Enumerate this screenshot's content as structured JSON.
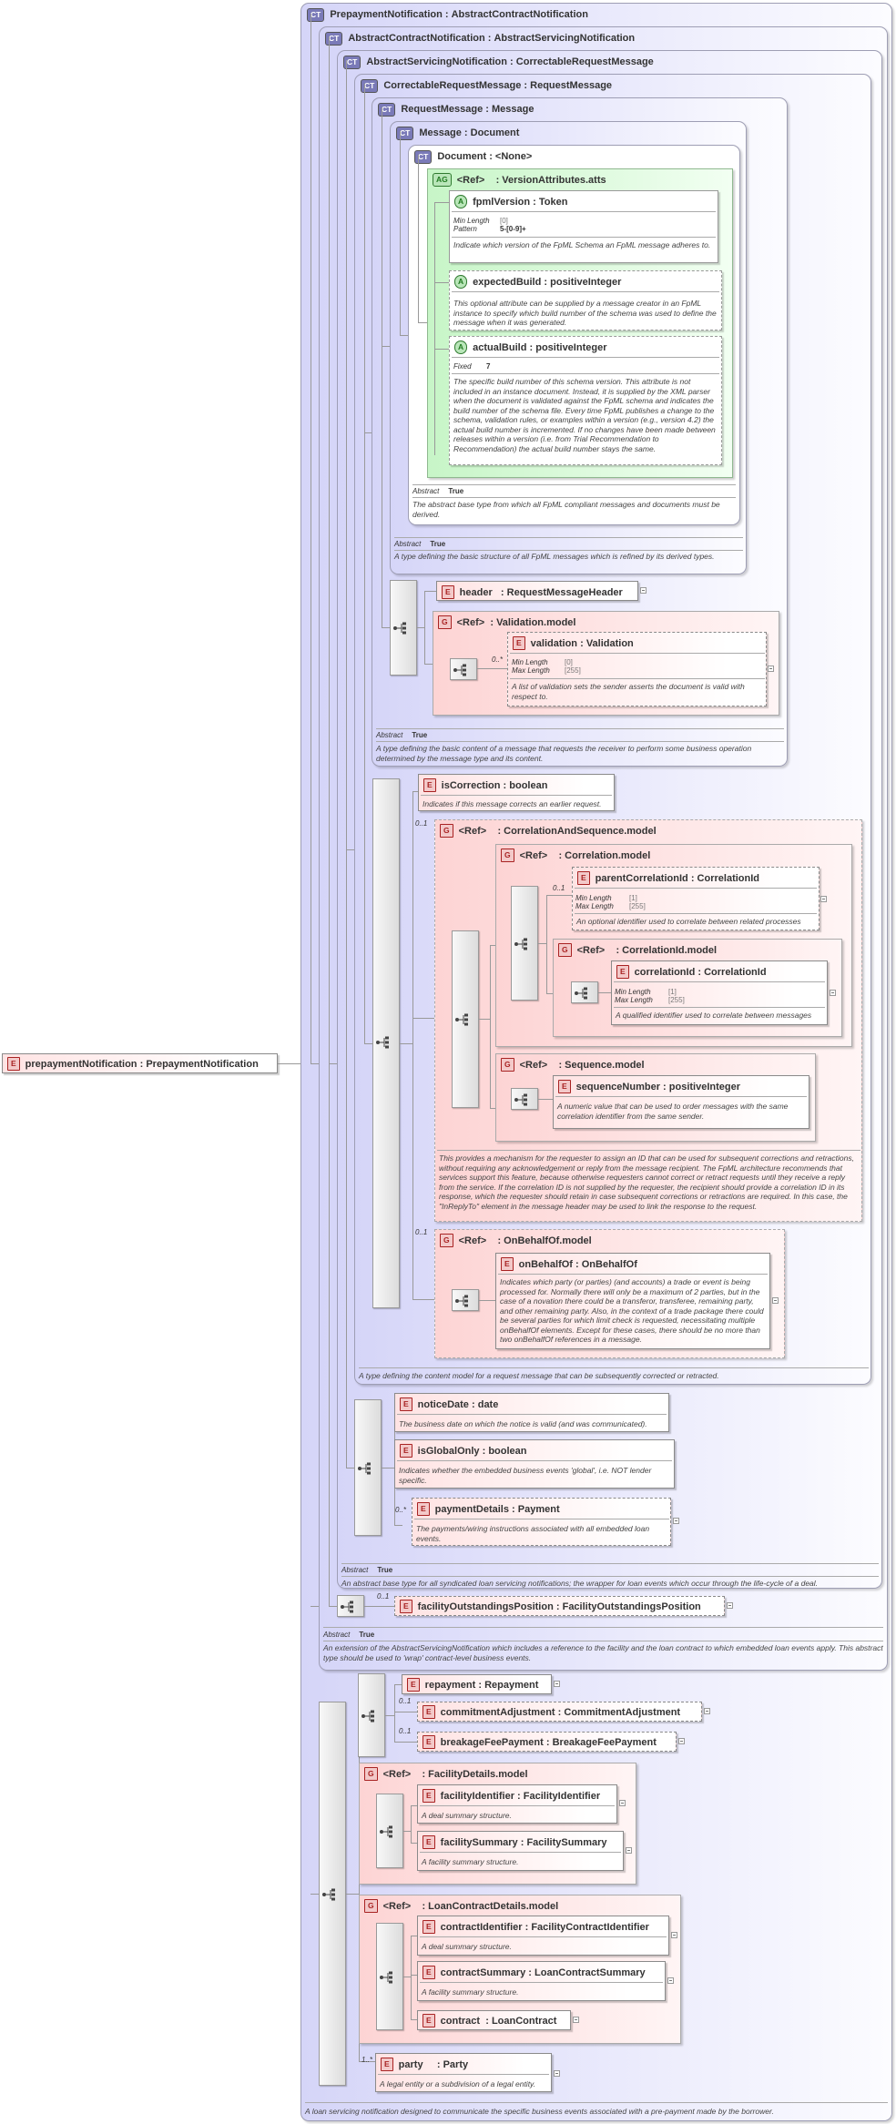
{
  "root": {
    "badge": "E",
    "name": "prepaymentNotification",
    "type": "PrepaymentNotification"
  },
  "types": {
    "prepayment": {
      "badge": "CT",
      "name": "PrepaymentNotification",
      "base": "AbstractContractNotification",
      "desc": "A loan servicing notification designed to communicate the specific business events associated with a pre-payment made by the borrower."
    },
    "contract": {
      "badge": "CT",
      "name": "AbstractContractNotification",
      "base": "AbstractServicingNotification",
      "abstract_label": "Abstract",
      "abstract_value": "True",
      "desc": "An extension of the AbstractServicingNotification which includes a reference to the facility and the loan contract to which embedded loan events apply. This abstract type should be used to 'wrap' contract-level business events."
    },
    "servicing": {
      "badge": "CT",
      "name": "AbstractServicingNotification",
      "base": "CorrectableRequestMessage",
      "abstract_label": "Abstract",
      "abstract_value": "True",
      "desc": "An abstract base type for all syndicated loan servicing notifications; the wrapper for loan events which occur through the life-cycle of a deal."
    },
    "correctable": {
      "badge": "CT",
      "name": "CorrectableRequestMessage",
      "base": "RequestMessage",
      "desc": "A type defining the content model for a request message that can be subsequently corrected or retracted."
    },
    "request": {
      "badge": "CT",
      "name": "RequestMessage",
      "base": "Message",
      "abstract_label": "Abstract",
      "abstract_value": "True",
      "desc": "A type defining the basic content of a message that requests the receiver to perform some business operation determined by the message type and its content."
    },
    "message": {
      "badge": "CT",
      "name": "Message",
      "base": "Document",
      "abstract_label": "Abstract",
      "abstract_value": "True",
      "desc": "A type defining the basic structure of all FpML messages which is refined by its derived types."
    },
    "document": {
      "badge": "CT",
      "name": "Document",
      "base": "<None>",
      "abstract_label": "Abstract",
      "abstract_value": "True",
      "desc": "The abstract base type from which all FpML compliant messages and documents must be derived."
    }
  },
  "attr_group": {
    "badge": "AG",
    "ref": "<Ref>",
    "name": "VersionAttributes.atts"
  },
  "attributes": {
    "fpml_version": {
      "badge": "A",
      "name": "fpmlVersion",
      "type": "Token",
      "meta": [
        {
          "k": "Min Length",
          "v": "[0]"
        },
        {
          "k": "Pattern",
          "v": "5-[0-9]+"
        }
      ],
      "desc": "Indicate which version of the FpML Schema an FpML message adheres to."
    },
    "expected_build": {
      "badge": "A",
      "name": "expectedBuild",
      "type": "positiveInteger",
      "desc": "This optional attribute can be supplied by a message creator in an FpML instance to specify which build number of the schema was used to define the message when it was generated."
    },
    "actual_build": {
      "badge": "A",
      "name": "actualBuild",
      "type": "positiveInteger",
      "meta": [
        {
          "k": "Fixed",
          "v": "7"
        }
      ],
      "desc": "The specific build number of this schema version. This attribute is not included in an instance document. Instead, it is supplied by the XML parser when the document is validated against the FpML schema and indicates the build number of the schema file. Every time FpML publishes a change to the schema, validation rules, or examples within a version (e.g., version 4.2) the actual build number is incremented. If no changes have been made between releases within a version (i.e. from Trial Recommendation to Recommendation) the actual build number stays the same."
    }
  },
  "elements": {
    "header": {
      "badge": "E",
      "name": "header",
      "type": "RequestMessageHeader"
    },
    "validation_model": {
      "badge": "G",
      "ref": "<Ref>",
      "name": "Validation.model"
    },
    "validation": {
      "badge": "E",
      "name": "validation",
      "type": "Validation",
      "card": "0..*",
      "meta": [
        {
          "k": "Min Length",
          "v": "[0]"
        },
        {
          "k": "Max Length",
          "v": "[255]"
        }
      ],
      "desc": "A list of validation sets the sender asserts the document is valid with respect to."
    },
    "is_correction": {
      "badge": "E",
      "name": "isCorrection",
      "type": "boolean",
      "desc": "Indicates if this message corrects an earlier request."
    },
    "corr_seq_model": {
      "badge": "G",
      "ref": "<Ref>",
      "name": "CorrelationAndSequence.model",
      "card": "0..1",
      "desc": "This provides a mechanism for the requester to assign an ID that can be used for subsequent corrections and retractions, without requiring any acknowledgement or reply from the message recipient. The FpML architecture recommends that services support this feature, because otherwise requesters cannot correct or retract requests until they receive a reply from the service. If the correlation ID is not supplied by the requester, the recipient should provide a correlation ID in its response, which the requester should retain in case subsequent corrections or retractions are required. In this case, the \"InReplyTo\" element in the message header may be used to link the response to the request."
    },
    "correlation_model": {
      "badge": "G",
      "ref": "<Ref>",
      "name": "Correlation.model"
    },
    "parent_correlation_id": {
      "badge": "E",
      "name": "parentCorrelationId",
      "type": "CorrelationId",
      "card": "0..1",
      "meta": [
        {
          "k": "Min Length",
          "v": "[1]"
        },
        {
          "k": "Max Length",
          "v": "[255]"
        }
      ],
      "desc": "An optional identifier used to correlate between related processes"
    },
    "correlation_id_model": {
      "badge": "G",
      "ref": "<Ref>",
      "name": "CorrelationId.model"
    },
    "correlation_id": {
      "badge": "E",
      "name": "correlationId",
      "type": "CorrelationId",
      "meta": [
        {
          "k": "Min Length",
          "v": "[1]"
        },
        {
          "k": "Max Length",
          "v": "[255]"
        }
      ],
      "desc": "A qualified identifier used to correlate between messages"
    },
    "sequence_model": {
      "badge": "G",
      "ref": "<Ref>",
      "name": "Sequence.model"
    },
    "sequence_number": {
      "badge": "E",
      "name": "sequenceNumber",
      "type": "positiveInteger",
      "desc": "A numeric value that can be used to order messages with the same correlation identifier from the same sender."
    },
    "on_behalf_model": {
      "badge": "G",
      "ref": "<Ref>",
      "name": "OnBehalfOf.model",
      "card": "0..1"
    },
    "on_behalf_of": {
      "badge": "E",
      "name": "onBehalfOf",
      "type": "OnBehalfOf",
      "desc": "Indicates which party (or parties) (and accounts) a trade or event is being processed for. Normally there will only be a maximum of 2 parties, but in the case of a novation there could be a transferor, transferee, remaining party, and other remaining party. Also, in the context of a trade package there could be several parties for which limit check is requested, necessitating multiple onBehalfOf elements. Except for these cases, there should be no more than two onBehalfOf references in a message."
    },
    "notice_date": {
      "badge": "E",
      "name": "noticeDate",
      "type": "date",
      "desc": "The business date on which the notice is valid (and was communicated)."
    },
    "is_global_only": {
      "badge": "E",
      "name": "isGlobalOnly",
      "type": "boolean",
      "desc": "Indicates whether the embedded business events 'global', i.e. NOT lender specific."
    },
    "payment_details": {
      "badge": "E",
      "name": "paymentDetails",
      "type": "Payment",
      "card": "0..*",
      "desc": "The payments/wiring instructions associated with all embedded loan events."
    },
    "facility_outstandings": {
      "badge": "E",
      "name": "facilityOutstandingsPosition",
      "type": "FacilityOutstandingsPosition",
      "card": "0..1"
    },
    "repayment": {
      "badge": "E",
      "name": "repayment",
      "type": "Repayment"
    },
    "commitment_adjustment": {
      "badge": "E",
      "name": "commitmentAdjustment",
      "type": "CommitmentAdjustment",
      "card": "0..1"
    },
    "breakage_fee_payment": {
      "badge": "E",
      "name": "breakageFeePayment",
      "type": "BreakageFeePayment",
      "card": "0..1"
    },
    "facility_details_model": {
      "badge": "G",
      "ref": "<Ref>",
      "name": "FacilityDetails.model"
    },
    "facility_identifier": {
      "badge": "E",
      "name": "facilityIdentifier",
      "type": "FacilityIdentifier",
      "desc": "A deal summary structure."
    },
    "facility_summary": {
      "badge": "E",
      "name": "facilitySummary",
      "type": "FacilitySummary",
      "desc": "A facility summary structure."
    },
    "loan_contract_model": {
      "badge": "G",
      "ref": "<Ref>",
      "name": "LoanContractDetails.model"
    },
    "contract_identifier": {
      "badge": "E",
      "name": "contractIdentifier",
      "type": "FacilityContractIdentifier",
      "desc": "A deal summary structure."
    },
    "contract_summary": {
      "badge": "E",
      "name": "contractSummary",
      "type": "LoanContractSummary",
      "desc": "A facility summary structure."
    },
    "contract_el": {
      "badge": "E",
      "name": "contract",
      "type": "LoanContract"
    },
    "party": {
      "badge": "E",
      "name": "party",
      "type": "Party",
      "card": "1..*",
      "desc": "A legal entity or a subdivision of a legal entity."
    }
  },
  "separator": ":"
}
